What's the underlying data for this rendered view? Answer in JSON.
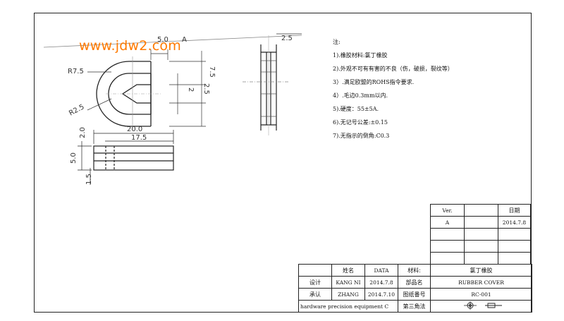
{
  "watermark": "www.jdw2.com",
  "dimensions": {
    "top_width": "5.0",
    "label_a": "A",
    "r_outer": "R7.5",
    "r_inner": "R2.5",
    "height": "7.5",
    "slot": "2.5",
    "side_gap": "2",
    "side_width": "2.5",
    "bottom_total": "20.0",
    "bottom_partial": "17.5",
    "bottom_left_2": "2.0",
    "bottom_left_5": "5.0",
    "bottom_left_15": "1.5"
  },
  "notes": {
    "title": "注:",
    "items": [
      "1).橡胶材料:氯丁橡胶",
      "2).外观不可有有害的不良（伤，破损，裂纹等）",
      "3）.满足欧盟的ROHS指令要求.",
      "4）.毛边0.3mm以内.",
      "5).硬度：55±5A.",
      "6).无记号公差:±0.15",
      "7).无指示的倒角:C0.3"
    ]
  },
  "revision": {
    "headers": [
      "Ver.",
      "",
      "日期"
    ],
    "rows": [
      [
        "A",
        "",
        "2014.7.8"
      ]
    ]
  },
  "title_block": {
    "name_label": "姓名",
    "date_label": "DATA",
    "material_label": "材料:",
    "material_value": "氯丁橡胶",
    "design_label": "设计",
    "design_name": "KANG NI",
    "design_date": "2014.7.8",
    "part_label": "部品名",
    "part_value": "RUBBER  COVER",
    "approve_label": "承认",
    "approve_name": "ZHANG",
    "approve_date": "2014.7.10",
    "drawing_no_label": "图纸番号",
    "drawing_no_value": "RC-001",
    "company": "hardware precision equipment C",
    "projection_label": "第三角法"
  }
}
